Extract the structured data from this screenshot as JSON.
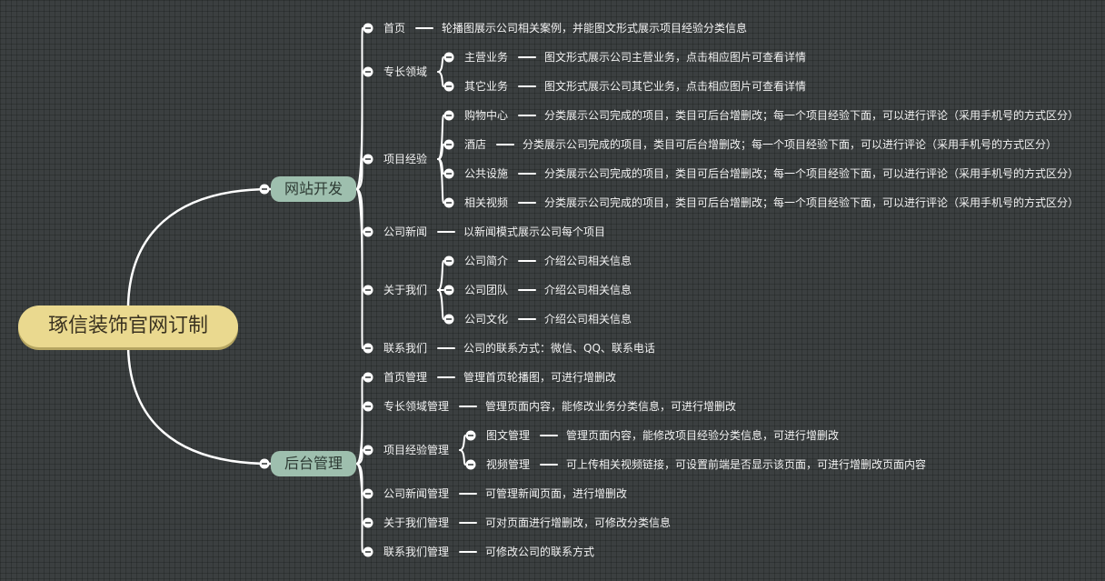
{
  "root": {
    "label": "琢信装饰官网订制"
  },
  "branches": [
    {
      "label": "网站开发",
      "children": [
        {
          "label": "首页",
          "desc": "轮播图展示公司相关案例，并能图文形式展示项目经验分类信息"
        },
        {
          "label": "专长领域",
          "children": [
            {
              "label": "主营业务",
              "desc": "图文形式展示公司主营业务，点击相应图片可查看详情"
            },
            {
              "label": "其它业务",
              "desc": "图文形式展示公司其它业务，点击相应图片可查看详情"
            }
          ]
        },
        {
          "label": "项目经验",
          "children": [
            {
              "label": "购物中心",
              "desc": "分类展示公司完成的项目，类目可后台增删改；每一个项目经验下面，可以进行评论（采用手机号的方式区分）"
            },
            {
              "label": "酒店",
              "desc": "分类展示公司完成的项目，类目可后台增删改；每一个项目经验下面，可以进行评论（采用手机号的方式区分）"
            },
            {
              "label": "公共设施",
              "desc": "分类展示公司完成的项目，类目可后台增删改；每一个项目经验下面，可以进行评论（采用手机号的方式区分）"
            },
            {
              "label": "相关视频",
              "desc": "分类展示公司完成的项目，类目可后台增删改；每一个项目经验下面，可以进行评论（采用手机号的方式区分）"
            }
          ]
        },
        {
          "label": "公司新闻",
          "desc": "以新闻模式展示公司每个项目"
        },
        {
          "label": "关于我们",
          "children": [
            {
              "label": "公司简介",
              "desc": "介绍公司相关信息"
            },
            {
              "label": "公司团队",
              "desc": "介绍公司相关信息"
            },
            {
              "label": "公司文化",
              "desc": "介绍公司相关信息"
            }
          ]
        },
        {
          "label": "联系我们",
          "desc": "公司的联系方式：微信、QQ、联系电话"
        }
      ]
    },
    {
      "label": "后台管理",
      "children": [
        {
          "label": "首页管理",
          "desc": "管理首页轮播图，可进行增删改"
        },
        {
          "label": "专长领域管理",
          "desc": "管理页面内容，能修改业务分类信息，可进行增删改"
        },
        {
          "label": "项目经验管理",
          "children": [
            {
              "label": "图文管理",
              "desc": "管理页面内容，能修改项目经验分类信息，可进行增删改"
            },
            {
              "label": "视频管理",
              "desc": "可上传相关视频链接，可设置前端是否显示该页面，可进行增删改页面内容"
            }
          ]
        },
        {
          "label": "公司新闻管理",
          "desc": "可管理新闻页面，进行增删改"
        },
        {
          "label": "关于我们管理",
          "desc": "可对页面进行增删改，可修改分类信息"
        },
        {
          "label": "联系我们管理",
          "desc": "可修改公司的联系方式"
        }
      ]
    }
  ]
}
